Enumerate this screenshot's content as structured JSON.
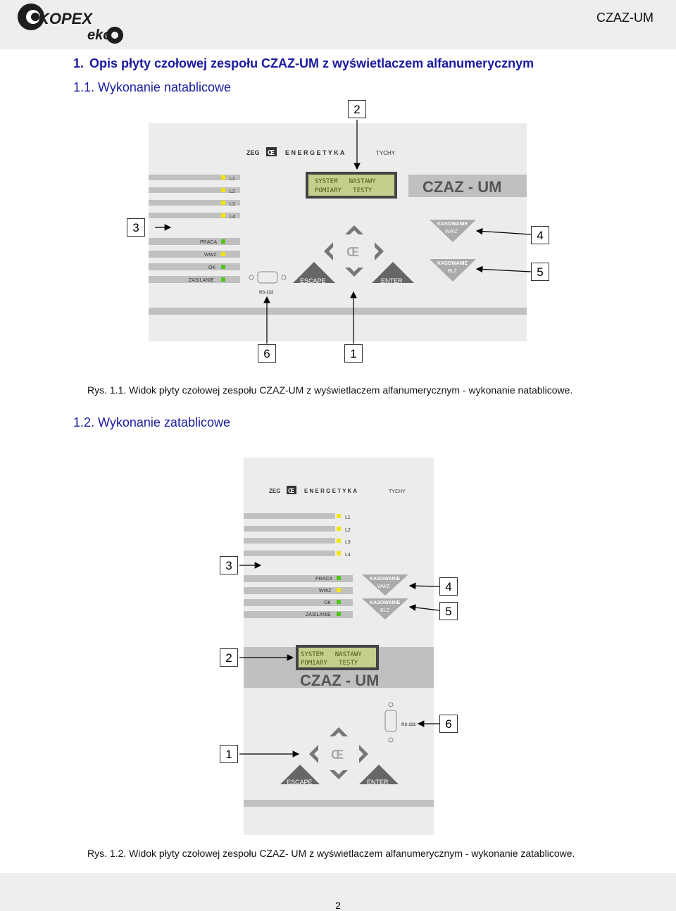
{
  "header": {
    "doc_code": "CZAZ-UM",
    "logo": {
      "name": "kopex-eko-logo",
      "main_text": "KOPEX",
      "sub_text": "eko"
    }
  },
  "section": {
    "number": "1.",
    "title": "Opis płyty czołowej zespołu CZAZ-UM z wyświetlaczem alfanumerycznym"
  },
  "subsections": [
    {
      "number": "1.1.",
      "title": "Wykonanie natablicowe"
    },
    {
      "number": "1.2.",
      "title": "Wykonanie zatablicowe"
    }
  ],
  "panel": {
    "brand_zeg": "ZEG",
    "brand_name": "E N E R G E T Y K A",
    "brand_city": "TYCHY",
    "model": "CZAZ - UM",
    "lcd_line1": "SYSTEM   NASTAWY",
    "lcd_line2": "POMIARY   TESTY",
    "phase_leds": [
      "L1",
      "L2",
      "L3",
      "L4"
    ],
    "status_leds": [
      "PRACA",
      "WWZ",
      "OK",
      "ZASILANIE"
    ],
    "reset_wwz": {
      "line1": "KASOWANIE",
      "line2": "WWZ"
    },
    "reset_blz": {
      "line1": "KASOWANIE",
      "line2": "BLZ"
    },
    "escape_label": "ESCAPE",
    "enter_label": "ENTER",
    "port_label": "RS-232",
    "colors": {
      "led_yellow": "#f2e600",
      "led_green": "#52c41a",
      "lcd_bg": "#c3cf8a",
      "lcd_text": "#4a5a14",
      "strip": "#c0c0c0",
      "panel": "#ececec"
    }
  },
  "figure1": {
    "callouts": [
      "2",
      "3",
      "4",
      "5",
      "6",
      "1"
    ],
    "caption": "Rys. 1.1. Widok płyty czołowej zespołu CZAZ-UM z wyświetlaczem alfanumerycznym - wykonanie natablicowe."
  },
  "figure2": {
    "callouts": [
      "3",
      "4",
      "5",
      "2",
      "6",
      "1"
    ],
    "caption": "Rys. 1.2. Widok płyty czołowej zespołu CZAZ- UM z wyświetlaczem alfanumerycznym - wykonanie zatablicowe."
  },
  "footer": {
    "page_number": "2"
  }
}
